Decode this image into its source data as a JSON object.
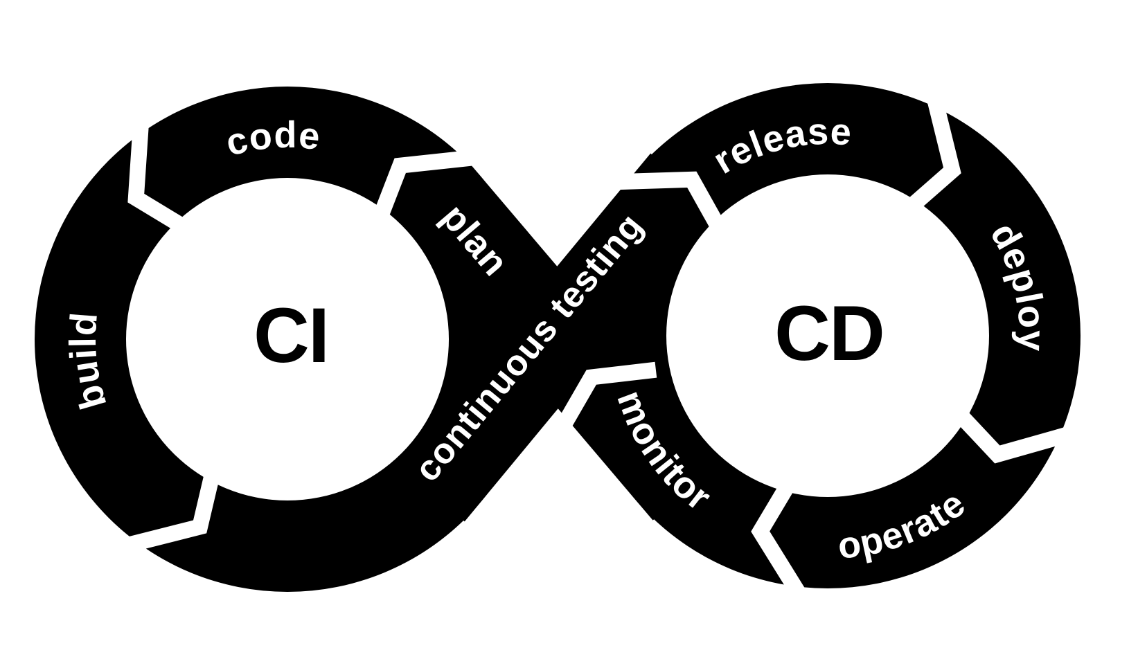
{
  "diagram": {
    "type": "devops-infinity-loop",
    "colors": {
      "foreground": "#000000",
      "background": "#ffffff"
    },
    "left_loop": {
      "center_label": "CI",
      "segment_labels": [
        "plan",
        "code",
        "build"
      ]
    },
    "right_loop": {
      "center_label": "CD",
      "segment_labels": [
        "release",
        "deploy",
        "operate",
        "monitor"
      ]
    },
    "crossing_band_label": "continuous testing",
    "labels": {
      "ci": "CI",
      "cd": "CD",
      "plan": "plan",
      "code": "code",
      "build": "build",
      "testing": "continuous testing",
      "release": "release",
      "deploy": "deploy",
      "operate": "operate",
      "monitor": "monitor"
    },
    "flow_order": [
      "plan",
      "code",
      "build",
      "continuous testing",
      "release",
      "deploy",
      "operate",
      "monitor"
    ]
  }
}
